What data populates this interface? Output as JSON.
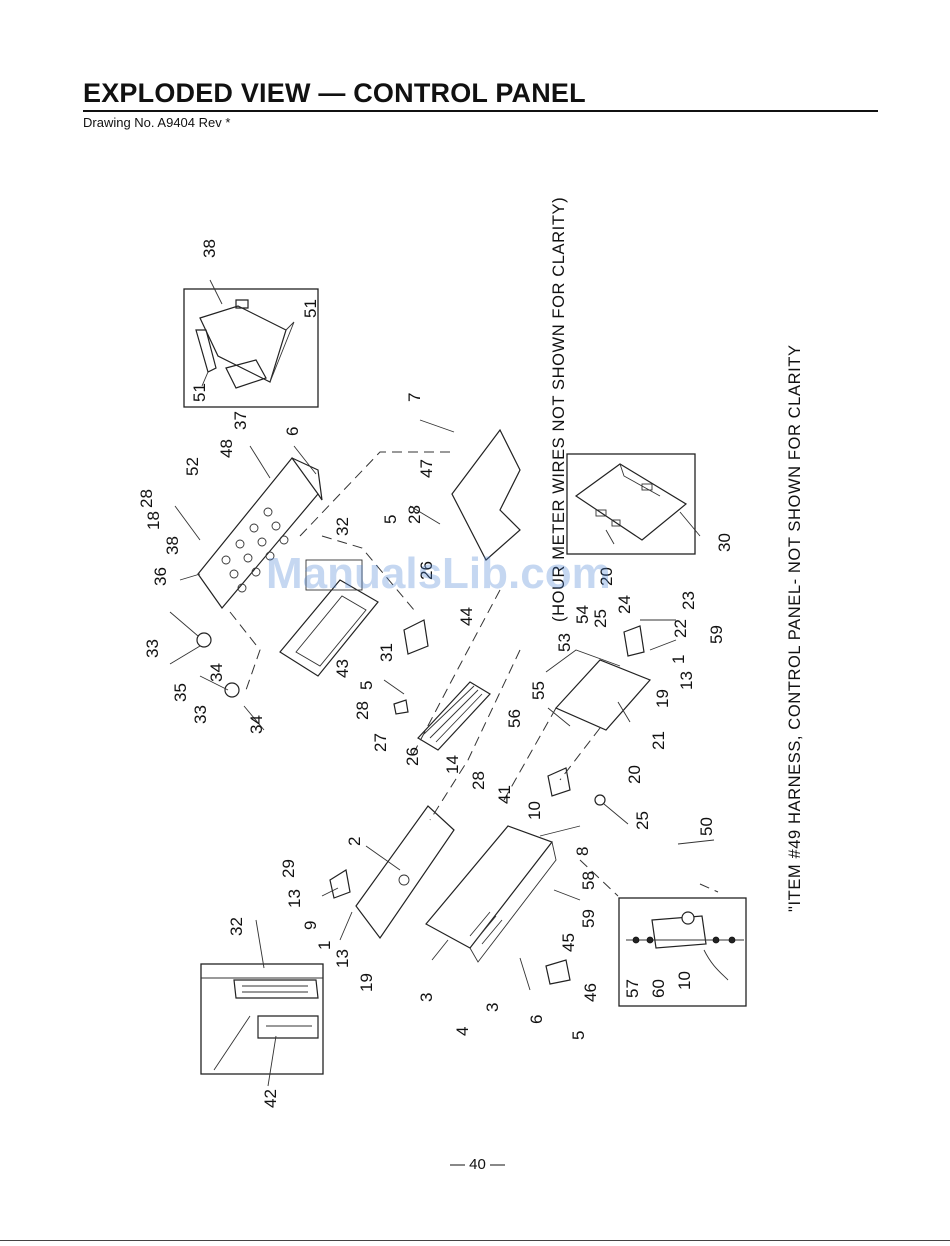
{
  "header": {
    "title": "EXPLODED VIEW — CONTROL PANEL",
    "drawing_no": "Drawing No. A9404 Rev *"
  },
  "notes": {
    "hour_meter": "(HOUR METER WIRES NOT SHOWN FOR CLARITY)",
    "harness": "\"ITEM #49 HARNESS, CONTROL PANEL- NOT SHOWN FOR CLARITY"
  },
  "watermark": "ManualsLib.com",
  "footer": {
    "page": "— 40 —"
  },
  "labels": {
    "n1": "1",
    "n2": "2",
    "n3": "3",
    "n4": "4",
    "n5": "5",
    "n6": "6",
    "n7": "7",
    "n8": "8",
    "n9": "9",
    "n10": "10",
    "n13": "13",
    "n14": "14",
    "n18": "18",
    "n19": "19",
    "n20": "20",
    "n21": "21",
    "n22": "22",
    "n23": "23",
    "n24": "24",
    "n25": "25",
    "n26": "26",
    "n27": "27",
    "n28": "28",
    "n29": "29",
    "n30": "30",
    "n31": "31",
    "n32": "32",
    "n33": "33",
    "n34": "34",
    "n35": "35",
    "n36": "36",
    "n37": "37",
    "n38": "38",
    "n41": "41",
    "n42": "42",
    "n43": "43",
    "n44": "44",
    "n45": "45",
    "n46": "46",
    "n47": "47",
    "n48": "48",
    "n50": "50",
    "n51": "51",
    "n52": "52",
    "n53": "53",
    "n54": "54",
    "n55": "55",
    "n56": "56",
    "n57": "57",
    "n58": "58",
    "n59": "59",
    "n60": "60"
  }
}
